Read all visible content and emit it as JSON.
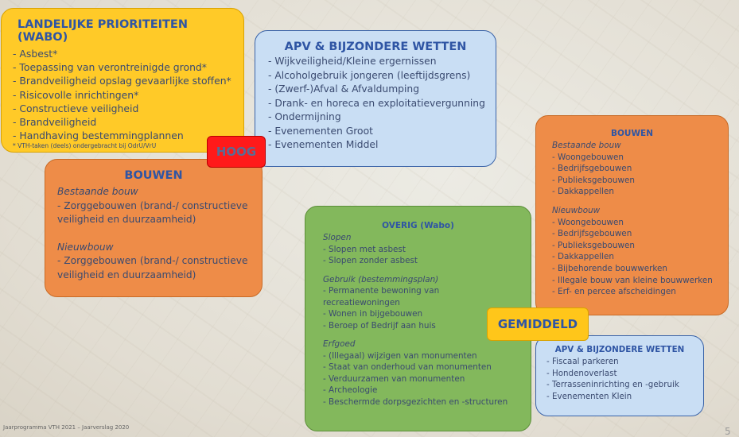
{
  "landelijk": {
    "title": "LANDELIJKE PRIORITEITEN (WABO)",
    "items": [
      "- Asbest*",
      "- Toepassing van verontreinigde grond*",
      "- Brandveiligheid opslag gevaarlijke stoffen*",
      "- Risicovolle inrichtingen*",
      "- Constructieve veiligheid",
      "- Brandveiligheid",
      "- Handhaving bestemmingplannen"
    ],
    "note": "* VTH-taken (deels) ondergebracht bij OdrU/VrU"
  },
  "apv_top": {
    "title": "APV & BIJZONDERE WETTEN",
    "items": [
      "- Wijkveiligheid/Kleine ergernissen",
      "- Alcoholgebruik jongeren (leeftijdsgrens)",
      "- (Zwerf-)Afval & Afvaldumping",
      "- Drank- en horeca en exploitatievergunning",
      "- Ondermijning",
      "- Evenementen Groot",
      "- Evenementen Middel"
    ]
  },
  "bouwen_left": {
    "title": "BOUWEN",
    "bestaand_label": "Bestaande bouw",
    "bestaand_items": [
      "- Zorggebouwen (brand-/ constructieve",
      "veiligheid en duurzaamheid)"
    ],
    "nieuw_label": "Nieuwbouw",
    "nieuw_items": [
      "- Zorggebouwen (brand-/ constructieve",
      "veiligheid en duurzaamheid)"
    ]
  },
  "bouwen_right": {
    "title": "BOUWEN",
    "bestaand_label": "Bestaande bouw",
    "bestaand_items": [
      "- Woongebouwen",
      "- Bedrijfsgebouwen",
      "- Publieksgebouwen",
      "- Dakkappellen"
    ],
    "nieuw_label": "Nieuwbouw",
    "nieuw_items": [
      "- Woongebouwen",
      "- Bedrijfsgebouwen",
      "- Publieksgebouwen",
      "- Dakkappellen",
      "- Bijbehorende bouwwerken",
      "- Illegale bouw van kleine bouwwerken",
      "- Erf- en percee afscheidingen"
    ]
  },
  "overig": {
    "title": "OVERIG (Wabo)",
    "slopen_label": "Slopen",
    "slopen_items": [
      "- Slopen met asbest",
      "- Slopen zonder asbest"
    ],
    "gebruik_label": "Gebruik (bestemmingsplan)",
    "gebruik_items": [
      "- Permanente bewoning van",
      "recreatiewoningen",
      "- Wonen in bijgebouwen",
      "- Beroep of Bedrijf aan huis"
    ],
    "erfgoed_label": "Erfgoed",
    "erfgoed_items": [
      "- (Illegaal) wijzigen van monumenten",
      "- Staat van onderhoud van monumenten",
      "- Verduurzamen van monumenten",
      "- Archeologie",
      "- Beschermde dorpsgezichten en -structuren"
    ]
  },
  "apv_bottom": {
    "title": "APV & BIJZONDERE WETTEN",
    "items": [
      "- Fiscaal parkeren",
      "- Hondenoverlast",
      "- Terrasseninrichting en -gebruik",
      "- Evenementen Klein"
    ]
  },
  "labels": {
    "hoog": "HOOG",
    "gemiddeld": "GEMIDDELD"
  },
  "footer": {
    "text": "Jaarprogramma VTH 2021 – Jaarverslag 2020",
    "page_number": "5"
  },
  "colors": {
    "yellow": "#ffca28",
    "blue": "#c9def4",
    "orange": "#ee8c48",
    "green": "#83b85c",
    "red": "#ff1a1a",
    "title_blue": "#2f55a4",
    "text": "#3a4a70"
  }
}
